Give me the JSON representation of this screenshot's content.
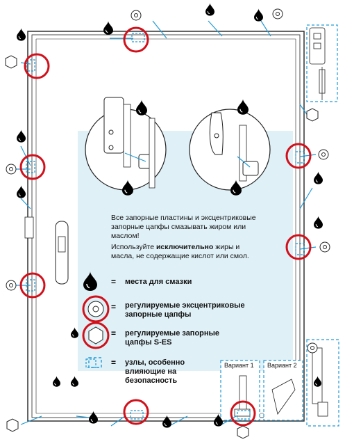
{
  "instructions": {
    "line1": "Все запорные пластины и эксцентриковые",
    "line2": "запорные цапфы смазывать жиром или",
    "line3": "маслом!",
    "line4_pre": "Используйте ",
    "line4_bold": "исключительно",
    "line4_post": " жиры и",
    "line5": "масла, не содержащие кислот или смол."
  },
  "legend": {
    "equals": "=",
    "lubrication_points": "места для смазки",
    "eccentric_line1": "регулируемые эксцентриковые",
    "eccentric_line2": "запорные цапфы",
    "ses_line1": "регулируемые запорные",
    "ses_line2": "цапфы S-ES",
    "safety_line1": "узлы, особенно",
    "safety_line2": "влияющие на",
    "safety_line3": "безопасность"
  },
  "variants": {
    "variant1": "Вариант 1",
    "variant2": "Вариант 2"
  },
  "colors": {
    "highlight_circle": "#d0111b",
    "leader_line": "#1e9ad6",
    "drop": "#000000",
    "panel": "#dff0f7"
  },
  "icons": [
    "oil-drop-icon",
    "eccentric-trunnion-icon",
    "ses-trunnion-icon",
    "safety-bracket-icon"
  ]
}
